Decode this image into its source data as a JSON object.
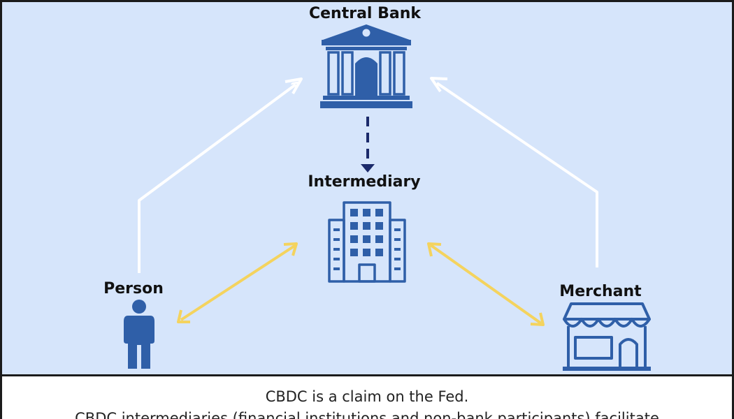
{
  "nodes": {
    "central_bank": "Central Bank",
    "intermediary": "Intermediary",
    "person": "Person",
    "merchant": "Merchant"
  },
  "caption": {
    "line1": "CBDC is a claim on the Fed.",
    "line2": "CBDC intermediaries (financial institutions and non-bank participants) facilitate"
  },
  "colors": {
    "background": "#d6e5fb",
    "icon_blue": "#2f5fa8",
    "claim_arrow": "#ffffff",
    "intermediary_arrow": "#1b2a6b",
    "exchange_arrow": "#f4d35e"
  },
  "icons": {
    "central_bank": "bank-building-icon",
    "intermediary": "office-building-icon",
    "person": "person-icon",
    "merchant": "storefront-icon"
  }
}
